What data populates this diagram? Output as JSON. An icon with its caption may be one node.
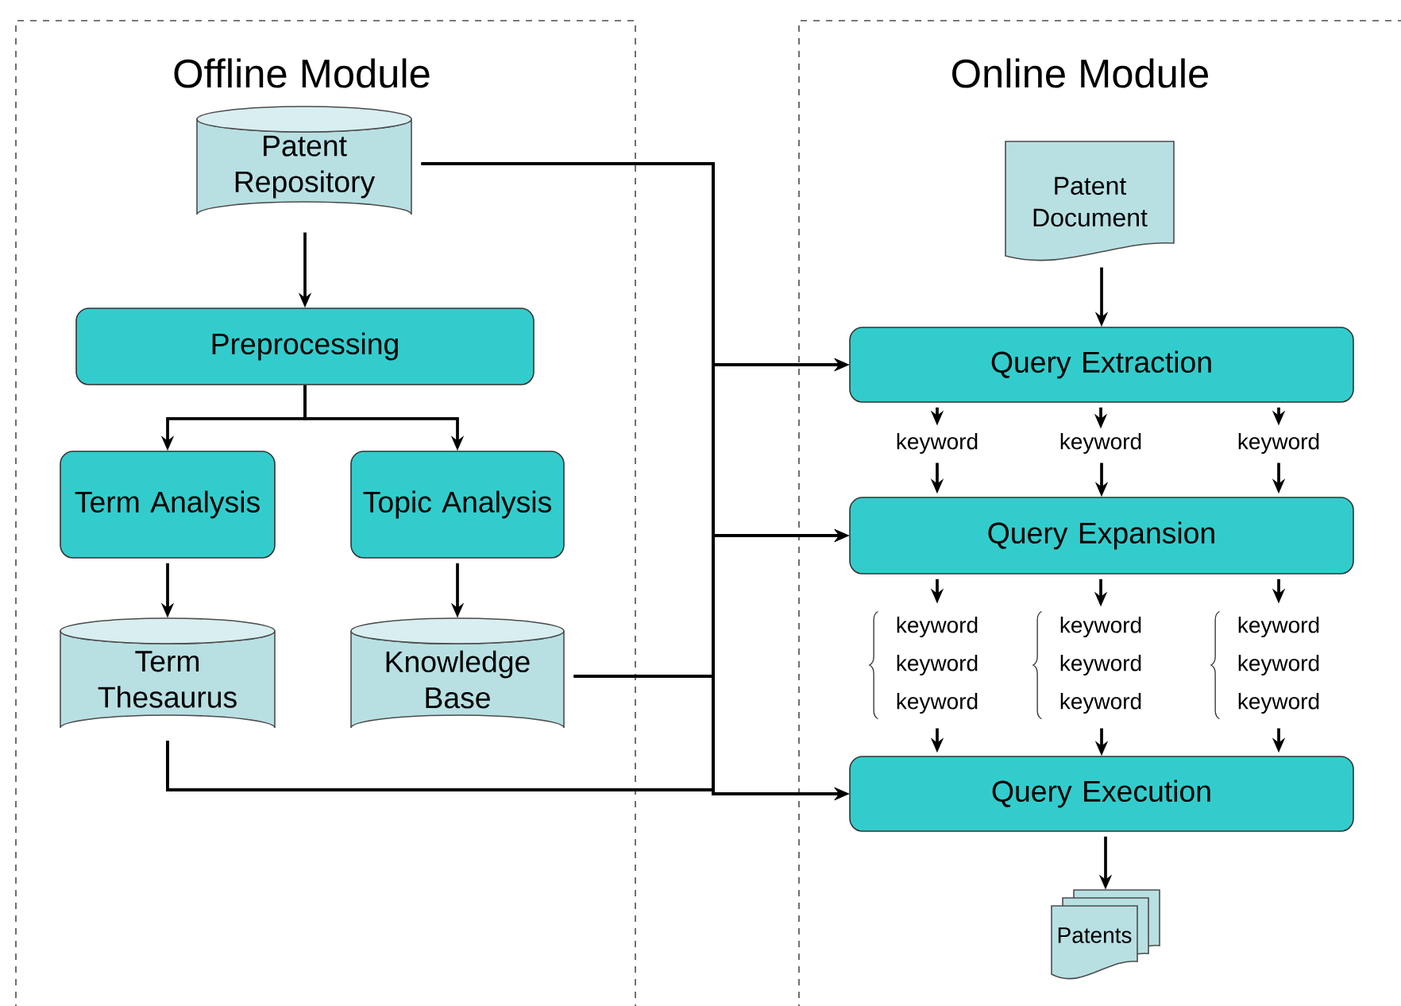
{
  "diagram": {
    "nodes": [
      {
        "text": [
          "Offline Module"
        ]
      },
      {
        "text": [
          "Online Module"
        ]
      },
      {
        "text": [
          "Patent Repository"
        ],
        "in": 0
      },
      {
        "text": [
          "Preprocessing"
        ],
        "in": 0
      },
      {
        "text": [
          "Term Analysis"
        ],
        "in": 0
      },
      {
        "text": [
          "Topic Analysis"
        ],
        "in": 0
      },
      {
        "text": [
          "Term Thesaurus"
        ],
        "in": 0
      },
      {
        "text": [
          "Knowledge Base"
        ],
        "in": 0
      },
      {
        "text": [
          "Patent Document"
        ],
        "in": 1
      },
      {
        "text": [
          "Query Extraction"
        ],
        "in": 1
      },
      {
        "text": [
          "keyword"
        ],
        "in": 1
      },
      {
        "text": [
          "keyword"
        ],
        "in": 1
      },
      {
        "text": [
          "keyword"
        ],
        "in": 1
      },
      {
        "text": [
          "Query Expansion"
        ],
        "in": 1
      },
      {
        "text": [
          "keyword",
          "keyword",
          "keyword"
        ],
        "in": 1
      },
      {
        "text": [
          "keyword",
          "keyword",
          "keyword"
        ],
        "in": 1
      },
      {
        "text": [
          "keyword",
          "keyword",
          "keyword"
        ],
        "in": 1
      },
      {
        "text": [
          "Query Execution"
        ],
        "in": 1
      },
      {
        "text": [
          "Patents"
        ],
        "in": 1
      }
    ],
    "edges": [
      {
        "from": 2,
        "to": 3,
        "arrow": "to"
      },
      {
        "from": 3,
        "to": 4,
        "arrow": "to"
      },
      {
        "from": 3,
        "to": 5,
        "arrow": "to"
      },
      {
        "from": 4,
        "to": 6,
        "arrow": "to"
      },
      {
        "from": 5,
        "to": 7,
        "arrow": "to"
      },
      {
        "from": 8,
        "to": 9,
        "arrow": "to"
      },
      {
        "from": 9,
        "to": 10,
        "arrow": "to"
      },
      {
        "from": 9,
        "to": 11,
        "arrow": "to"
      },
      {
        "from": 9,
        "to": 12,
        "arrow": "to"
      },
      {
        "from": 10,
        "to": 13,
        "arrow": "to"
      },
      {
        "from": 11,
        "to": 13,
        "arrow": "to"
      },
      {
        "from": 12,
        "to": 13,
        "arrow": "to"
      },
      {
        "from": 13,
        "to": 14,
        "arrow": "to"
      },
      {
        "from": 13,
        "to": 15,
        "arrow": "to"
      },
      {
        "from": 13,
        "to": 16,
        "arrow": "to"
      },
      {
        "from": 14,
        "to": 17,
        "arrow": "to"
      },
      {
        "from": 15,
        "to": 17,
        "arrow": "to"
      },
      {
        "from": 16,
        "to": 17,
        "arrow": "to"
      },
      {
        "from": 17,
        "to": 18,
        "arrow": "to"
      },
      {
        "from": 2,
        "to": 9,
        "arrow": "to"
      },
      {
        "from": 2,
        "to": 13,
        "arrow": "to"
      },
      {
        "from": 2,
        "to": 17,
        "arrow": "to"
      },
      {
        "from": 7,
        "to": 9,
        "arrow": "to"
      },
      {
        "from": 7,
        "to": 13,
        "arrow": "to"
      },
      {
        "from": 7,
        "to": 17,
        "arrow": "to"
      },
      {
        "from": 6,
        "to": 9,
        "arrow": "to"
      },
      {
        "from": 6,
        "to": 13,
        "arrow": "to"
      },
      {
        "from": 6,
        "to": 17,
        "arrow": "to"
      }
    ]
  }
}
